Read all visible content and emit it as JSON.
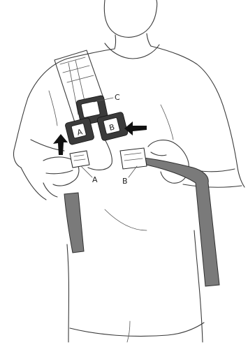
{
  "diagram": {
    "labels": {
      "a": "A",
      "b": "B",
      "c": "C"
    },
    "buckle_letters": {
      "left": "A",
      "right": "B"
    },
    "colors": {
      "strap": "#7a7a7a",
      "buckle": "#3b3b3b",
      "outline": "#3a3a3a",
      "arrow": "#111111"
    }
  }
}
